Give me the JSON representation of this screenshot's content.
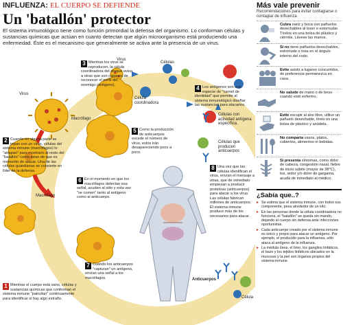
{
  "header": {
    "kicker_main": "INFLUENZA:",
    "kicker_sub": "EL CUERPO SE DEFIENDE",
    "headline": "Un 'batallón' protector",
    "intro": "El sistema inmunológico tiene como función primordial la defensa del organismo. Lo conforman células y sustancias químicas que actúan en cuanto detectan que algún microorganismo está produciendo una enfermedad. Éste es el mecanismo que generalmente se activa ante la presencia de un virus."
  },
  "labels": {
    "virus_top": "Virus",
    "virus_left": "Virus",
    "macrofago_mid": "Macrófago",
    "macrofago_low": "Macrófago",
    "celulas": "Células",
    "celula_coordinadora": "Célula coordinadora",
    "celulas_actividad": "Células con actividad antígena específica.",
    "celulas_anticuerpos": "Células que producen anticuerpos",
    "anticuerpos": "Anticuerpos",
    "celula": "Célula"
  },
  "steps": [
    {
      "num": "1",
      "text": "Mientras el cuerpo está sano, células y sustancias químicas que conforman el sistema inmune \"patrullan\" continuamente para identificar si hay algo extraño."
    },
    {
      "num": "2",
      "text": "Cuando en alguna parte se topan con un virus, células del sistema inmune (macrófagos) lo \"atrapan\" para mostrarlo al resto del \"batallón\" como aviso de que es momento de atacar. Una de las células guardianas se convierte en líder de la defensa."
    },
    {
      "num": "3",
      "text": "Mientras los virus se reproducen, la célula coordinadora del ataque avisa a otras que son capaces de reconocer el perfil del enemigo (antígeno)."
    },
    {
      "num": "4",
      "text": "Los antígenos son una especie de \"carnet de identidad\" que permite al sistema inmunológico diseñar las sustancias para atacarlos."
    },
    {
      "num": "5",
      "text": "Como la producción de anticuerpos excede el número de virus, estos irán desapareciendo poco a poco."
    },
    {
      "num": "6",
      "text": "En el momento en que los macrófagos detectan esa señal, acuden al sitio y esta vez \"se comen\" tanto al antígeno como al anticuerpo."
    },
    {
      "num": "7",
      "text": "Cuando los anticuerpos \"capturan\" un antígeno, envían una señal a los macrófagos."
    },
    {
      "num": "8",
      "text": "Una vez que las células identifican el virus, envían el mensaje a otras, que de inmediato empiezan a producir proteínas (anticuerpos) para atacar a los virus. Las células fabrican millones de anticuerpos. El sistema inmune produce más de los necesarios para atacar."
    }
  ],
  "side": {
    "title": "Más vale prevenir",
    "subtitle": "Recomendaciones para evitar contagiarse o contagiar de influenza",
    "tips": [
      {
        "bold": "Cubra",
        "text": " nariz y boca con pañuelos desechables al toser o estornudar. Tírelos en una bolsa de plástico y ciérrela. Lávese las manos.",
        "icon": "cough-icon"
      },
      {
        "bold": "Si no",
        "text": " tiene pañuelos desechables, estornude o tosa en el ángulo interno del codo.",
        "icon": "elbow-sneeze-icon"
      },
      {
        "bold": "Evite",
        "text": " asistir a lugares concurridos, de preferencia permanezca en casa.",
        "icon": "crowd-icon"
      },
      {
        "bold": "No salude",
        "text": " de mano o de beso cuando esté enfermo.",
        "icon": "handshake-icon"
      },
      {
        "bold": "Evite",
        "text": " escupir al aire libre, utilice un pañuelo desechable, tírelo en una bolsa de plástico y anúdela.",
        "icon": "tissue-icon"
      },
      {
        "bold": "No comparta",
        "text": " vasos, platos, cubiertos, alimentos ni bebidas.",
        "icon": "cutlery-icon"
      },
      {
        "bold": "Si presenta",
        "text": " síntomas, como dolor de cabeza, congestión nasal, fiebre de inicio súbito (mayor de 38°C), tos, ardor y/o dolor de garganta, acuda de inmediato al médico.",
        "icon": "medical-icon"
      }
    ],
    "sabia_title": "¿Sabía que..?",
    "sabia_items": [
      "Se estima que el sistema inmune, con todos sus componente, pesa alrededor de un kilo.",
      "En las personas donde la célula coordinadora no funciona, el \"batallón\" se queda sin mando, dejando al cuerpo sin defensa ante infecciones oportunistas.",
      "Cada anticuerpo creado por el sistema inmune es único y propio para atacar un antígeno. Por ejemplo, el producido para la influenza, sólo ataca al antígeno de la influenza.",
      "La médula ósea, el timo, los ganglios linfáticos, el bazo y los tejidos linfáticos ubicados en la mucosas y la piel son órganos propios del sistema inmune."
    ]
  },
  "colors": {
    "red": "#d72a1c",
    "ring": "#f3e1a6",
    "virus": "#f1b61e",
    "cell_blue": "#2f6fb3",
    "cell_green": "#7fb241",
    "cell_red": "#d9352a"
  }
}
